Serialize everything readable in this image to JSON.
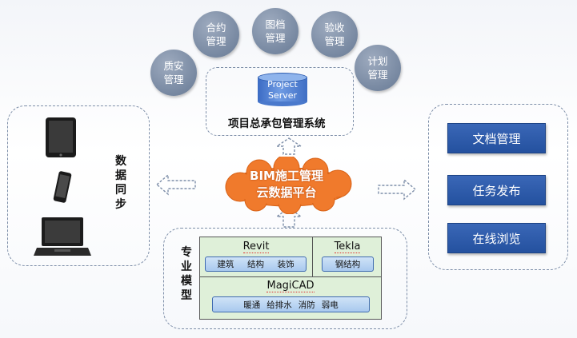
{
  "top_circles": [
    {
      "label": "合约管理"
    },
    {
      "label": "图档管理"
    },
    {
      "label": "验收管理"
    },
    {
      "label": "质安管理"
    },
    {
      "label": "计划管理"
    }
  ],
  "project_server": {
    "line1": "Project",
    "line2": "Server"
  },
  "system_title": "项目总承包管理系统",
  "cloud": {
    "line1": "BIM施工管理",
    "line2": "云数据平台"
  },
  "data_sync": "数据同步",
  "professional_models": "专业模型",
  "right_buttons": [
    "文档管理",
    "任务发布",
    "在线浏览"
  ],
  "software": {
    "revit": {
      "name": "Revit",
      "items": [
        "建筑",
        "结构",
        "装饰"
      ]
    },
    "tekla": {
      "name": "Tekla",
      "items": [
        "钢结构"
      ]
    },
    "magicad": {
      "name": "MagiCAD",
      "items": [
        "暖通",
        "给排水",
        "消防",
        "弱电"
      ]
    }
  },
  "colors": {
    "cloud": "#f07a2c",
    "button": "#2a57a6",
    "circle": "#7d8ca4",
    "table_bg": "#dff0d9",
    "arrow": "#7d8ea8"
  }
}
